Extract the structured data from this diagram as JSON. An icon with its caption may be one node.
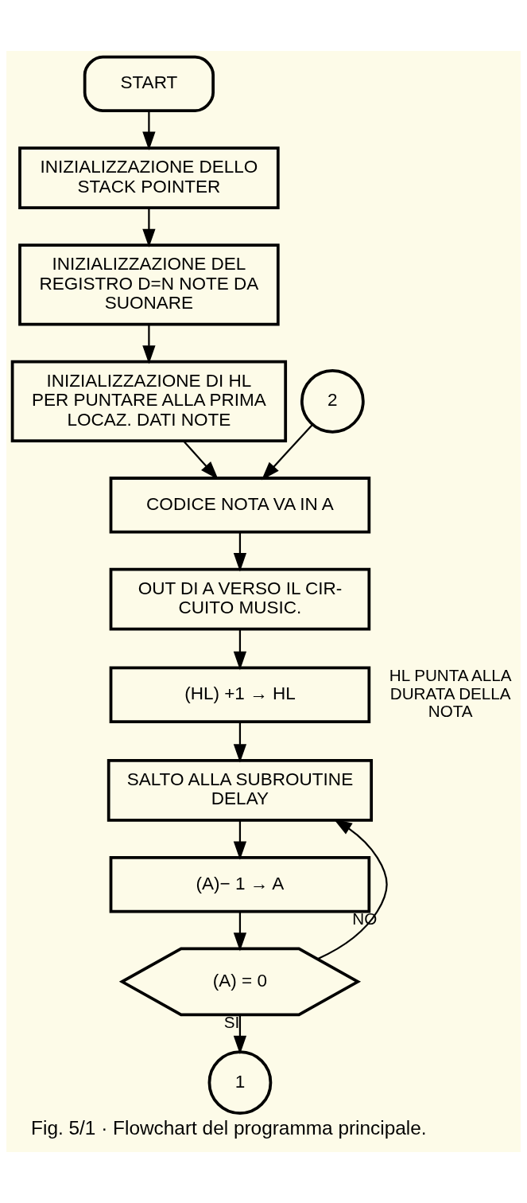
{
  "diagram": {
    "caption": "Fig. 5/1 · Flowchart del programma principale.",
    "nodes": [
      {
        "text": [
          "START"
        ]
      },
      {
        "text": [
          "INIZIALIZZAZIONE DELLO STACK POINTER"
        ]
      },
      {
        "text": [
          "INIZIALIZZAZIONE DEL REGISTRO D=N NOTE DA SUONARE"
        ]
      },
      {
        "text": [
          "INIZIALIZZAZIONE DI HL PER PUNTARE ALLA PRIMA LOCAZ. DATI NOTE"
        ]
      },
      {
        "text": [
          "2"
        ]
      },
      {
        "text": [
          "CODICE NOTA VA IN A"
        ]
      },
      {
        "text": [
          "OUT DI A VERSO IL CIR- CUITO MUSIC."
        ]
      },
      {
        "text": [
          "(HL) +1 → HL"
        ],
        "beside": [
          "HL PUNTA ALLA DURATA DELLA NOTA"
        ]
      },
      {
        "text": [
          "SALTO ALLA SUBROUTINE DELAY"
        ]
      },
      {
        "text": [
          "(A)− 1 → A"
        ]
      },
      {
        "text": [
          "(A) = 0"
        ]
      },
      {
        "text": [
          "1"
        ]
      }
    ],
    "edges": [
      {
        "from": 0,
        "to": 1,
        "arrow": "to"
      },
      {
        "from": 1,
        "to": 2,
        "arrow": "to"
      },
      {
        "from": 2,
        "to": 3,
        "arrow": "to"
      },
      {
        "from": 3,
        "to": 5,
        "arrow": "to"
      },
      {
        "from": 4,
        "to": 5,
        "arrow": "to"
      },
      {
        "from": 5,
        "to": 6,
        "arrow": "to"
      },
      {
        "from": 6,
        "to": 7,
        "arrow": "to"
      },
      {
        "from": 7,
        "to": 8,
        "arrow": "to"
      },
      {
        "from": 8,
        "to": 9,
        "arrow": "to"
      },
      {
        "from": 9,
        "to": 10,
        "arrow": "to"
      },
      {
        "from": 10,
        "to": 8,
        "arrow": "to",
        "label": "NO"
      },
      {
        "from": 10,
        "to": 11,
        "arrow": "to",
        "label": "SI"
      }
    ]
  }
}
